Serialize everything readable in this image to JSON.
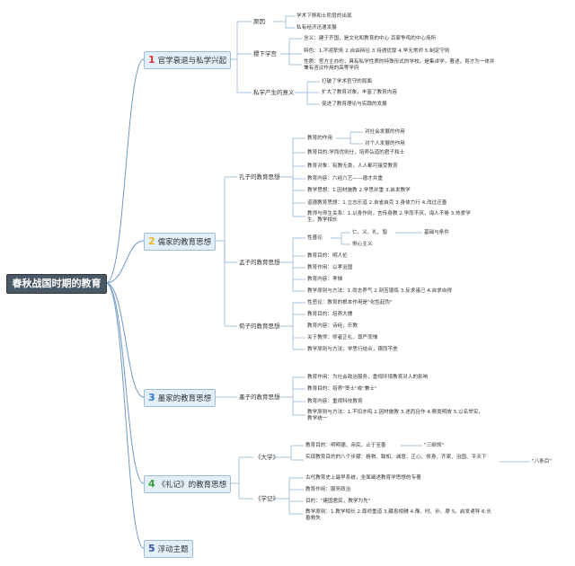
{
  "colors": {
    "line": "#6d97c4",
    "root_bg": "#4a5866",
    "branch_bg": "#e3eff8",
    "num_red": "#d83a3a",
    "num_yellow": "#e8b620",
    "num_blue": "#2f7bd0",
    "num_green": "#3b9b3b",
    "num_navy": "#3355a8"
  },
  "root": "春秋战国时期的教育",
  "branches": [
    {
      "num": "1",
      "label": "官学衰退与私学兴起"
    },
    {
      "num": "2",
      "label": "儒家的教育思想"
    },
    {
      "num": "3",
      "label": "墨家的教育思想"
    },
    {
      "num": "4",
      "label": "《礼记》的教育思想"
    },
    {
      "num": "5",
      "label": "浮动主题"
    }
  ],
  "b1": {
    "yuanyin": "原因",
    "yuanyin_items": [
      "学术下移和士阶层的出现",
      "私有经济迅速发展"
    ],
    "jixia": "稷下学宫",
    "jixia_items": [
      "含义：建于齐国，是文化和教育的中心 百家争鸣的中心场所",
      "特色：1.不拒职务 2.自由辩论 3.待遇优厚 4.学无常师 5.制定守则",
      "性质：官方主办的，具有私学性质的特殊形式的学校。是集讲学，著述，育才为一体并兼有咨议作用的高等学府"
    ],
    "yiyi": "私学产生的意义",
    "yiyi_items": [
      "打破了学术官守的局面",
      "扩大了教育对象，丰富了教育内容",
      "促进了教育理论与实践的发展"
    ]
  },
  "b2": {
    "kongzi": "孔子的教育思想",
    "zuoyong": "教育的作用",
    "zuoyong_items": [
      "对社会发展的作用",
      "对个人发展的作用"
    ],
    "kongzi_items": [
      "教育目的:学而优则仕，培养弘道的君子和士",
      "教育对象：有教无类，人人都可接受教育",
      "教育内容：六经六艺——德才并重",
      "教学思想：1.因材施教 2.学思并重 3.启发教学",
      "道德教育思想：1.立志乐道 2.自省自克 3.身体力行 4.改过迁善",
      "教师与师生关系：1.以身作则，言传身教 2.学而不厌，诲人不倦 3.热爱学生，教学相长"
    ],
    "mengzi": "孟子的教育思想",
    "xingshan": "性善论",
    "xingshan_items": [
      "仁、义、礼、智",
      "恻心主义"
    ],
    "jichu": "基础与条件",
    "mengzi_items": [
      "教育目的：明人伦",
      "教育作用：以孝治国",
      "教育内容：孝悌",
      "教学原则与方法：1.尚志养气 2.刻苦锻炼 3.反求诸己 4.自求自得"
    ],
    "xunzi": "荀子的教育思想",
    "xunzi_items": [
      "性恶论：教育的根本作用是\"化性起伪\"",
      "教育目的：培养大儒",
      "教育内容：诗经，乐教",
      "关于教师：师者正礼，尊严而惮",
      "教学原则与方法：学思行结合，锲而不舍"
    ]
  },
  "b3": {
    "mozi": "墨子的教育思想",
    "items": [
      "教育作用：为社会政治服务，重视环境教育对人的影响",
      "教育目的：培养\"贤士\"或\"兼士\"",
      "教育内容：重视科技教育",
      "教学原则与方法：1.不扣亦鸣 2.因材施教 3.述而且作 4.察类明故 5.以名举实，教学统一"
    ]
  },
  "b4": {
    "daxue": "《大学》",
    "mudi": "教育目的：明明德、亲民、止于至善",
    "sanganglin": "\"三纲领\"",
    "baxiang": "实现教育目的的八个步骤：格物、致知、诚意、正心、修身、齐家、治国、平天下",
    "batiaomu": "\"八条目\"",
    "xueji": "《学记》",
    "xueji_items": [
      "古代教育史上最早系统，全面阐述教育学思想的专著",
      "教育作用：服务政治",
      "目的：\"建国君民，教学为先\"",
      "教学原则：1.教学相长 2.尊师重道 3.藏息相辅 4.豫、时、孙、摩 5。启发诱导 6.长善救失"
    ]
  }
}
